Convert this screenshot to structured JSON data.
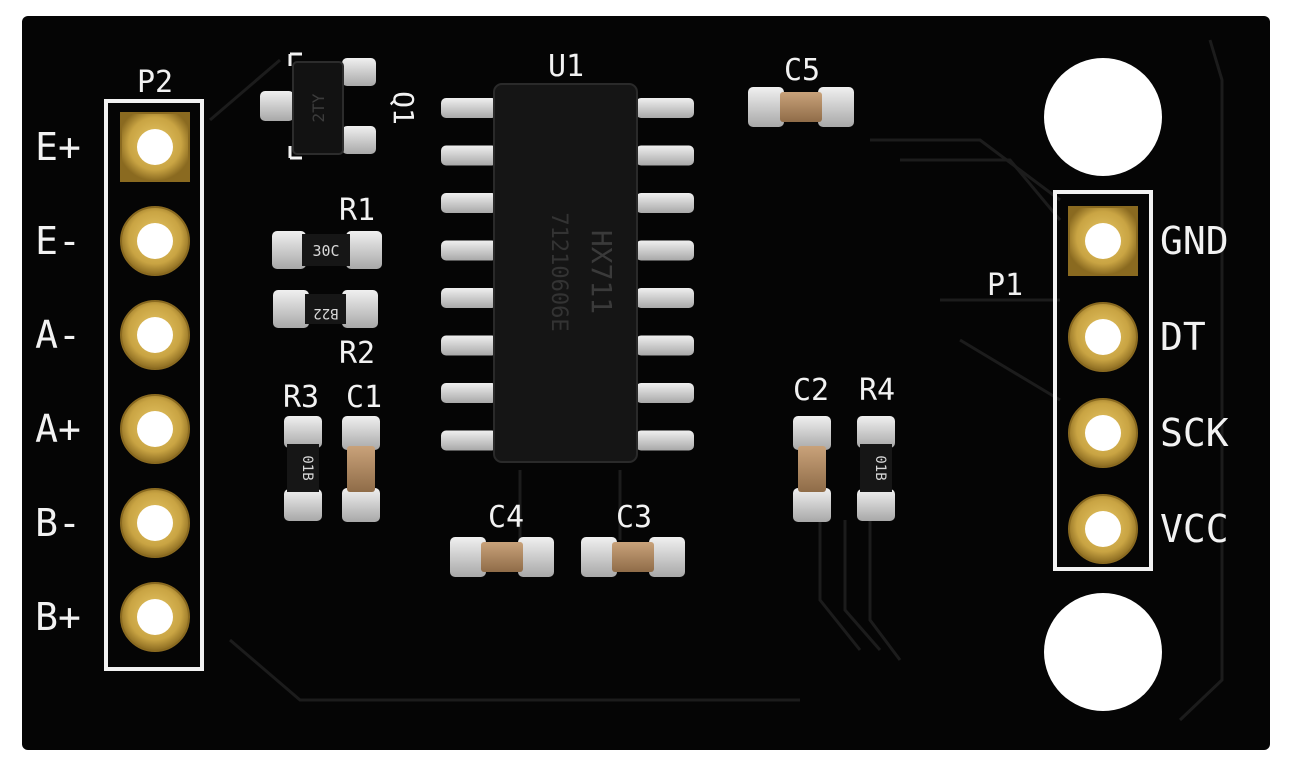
{
  "board": {
    "colors": {
      "background": "#ffffff",
      "pcb": "#050505",
      "trace": "#1d1d1d",
      "silkscreen": "#f2f2f2",
      "gold": "#c9a443",
      "gold_dark": "#8a6a20",
      "pad_silver": "#d9d9d9",
      "ic_body": "#151515",
      "cap_body": "#b8916a",
      "resistor_body": "#161616"
    },
    "p2": {
      "designator": "P2",
      "pins": [
        {
          "label": "E+",
          "square": true
        },
        {
          "label": "E-",
          "square": false
        },
        {
          "label": "A-",
          "square": false
        },
        {
          "label": "A+",
          "square": false
        },
        {
          "label": "B-",
          "square": false
        },
        {
          "label": "B+",
          "square": false
        }
      ]
    },
    "p1": {
      "designator": "P1",
      "pins": [
        {
          "label": "GND",
          "square": true
        },
        {
          "label": "DT",
          "square": false
        },
        {
          "label": "SCK",
          "square": false
        },
        {
          "label": "VCC",
          "square": false
        }
      ]
    },
    "u1": {
      "designator": "U1",
      "marking_line1": "HX711",
      "marking_line2": "71210606E"
    },
    "q1": {
      "designator": "Q1",
      "marking": "2TY"
    },
    "resistors": {
      "r1": {
        "designator": "R1",
        "marking": "30C"
      },
      "r2": {
        "designator": "R2",
        "marking": "B22"
      },
      "r3": {
        "designator": "R3",
        "marking": "01B"
      },
      "r4": {
        "designator": "R4",
        "marking": "01B"
      }
    },
    "capacitors": {
      "c1": {
        "designator": "C1"
      },
      "c2": {
        "designator": "C2"
      },
      "c3": {
        "designator": "C3"
      },
      "c4": {
        "designator": "C4"
      },
      "c5": {
        "designator": "C5"
      }
    }
  }
}
